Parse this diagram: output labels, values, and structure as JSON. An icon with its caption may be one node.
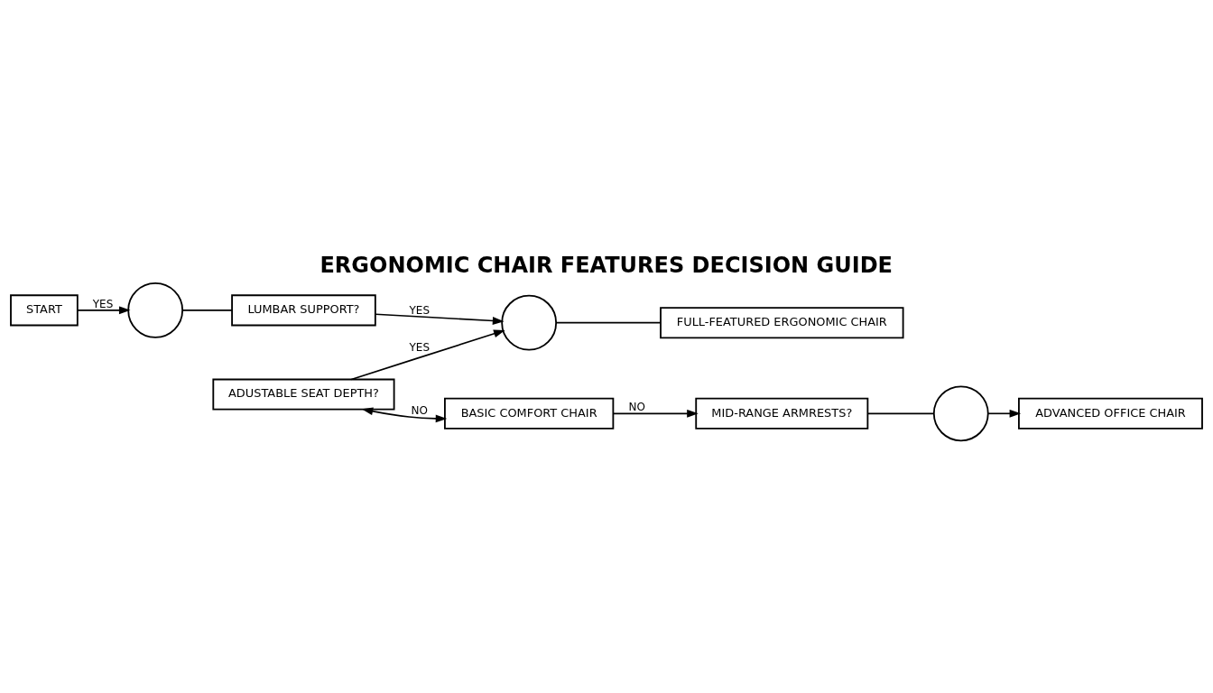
{
  "diagram": {
    "title": "ERGONOMIC CHAIR FEATURES DECISION GUIDE",
    "nodes": [
      {
        "text": [
          "START"
        ]
      },
      {
        "text": [],
        "shape": "circle"
      },
      {
        "text": [
          "LUMBAR SUPPORT?"
        ]
      },
      {
        "text": [],
        "shape": "circle"
      },
      {
        "text": [
          "FULL-FEATURED ERGONOMIC CHAIR"
        ]
      },
      {
        "text": [
          "ADUSTABLE SEAT DEPTH?"
        ]
      },
      {
        "text": [
          "BASIC COMFORT CHAIR"
        ]
      },
      {
        "text": [
          "MID-RANGE ARMRESTS?"
        ]
      },
      {
        "text": [],
        "shape": "circle"
      },
      {
        "text": [
          "ADVANCED OFFICE CHAIR"
        ]
      }
    ],
    "edges": [
      {
        "from": 0,
        "to": 1,
        "arrow": "to",
        "label": "YES"
      },
      {
        "from": 1,
        "to": 2,
        "arrow": "none"
      },
      {
        "from": 2,
        "to": 3,
        "arrow": "to",
        "label": "YES"
      },
      {
        "from": 3,
        "to": 4,
        "arrow": "none"
      },
      {
        "from": 5,
        "to": 3,
        "arrow": "to",
        "label": "YES"
      },
      {
        "from": 5,
        "to": 6,
        "arrow": "both",
        "label": "NO"
      },
      {
        "from": 6,
        "to": 7,
        "arrow": "to",
        "label": "NO"
      },
      {
        "from": 7,
        "to": 8,
        "arrow": "none"
      },
      {
        "from": 8,
        "to": 9,
        "arrow": "to"
      }
    ]
  }
}
